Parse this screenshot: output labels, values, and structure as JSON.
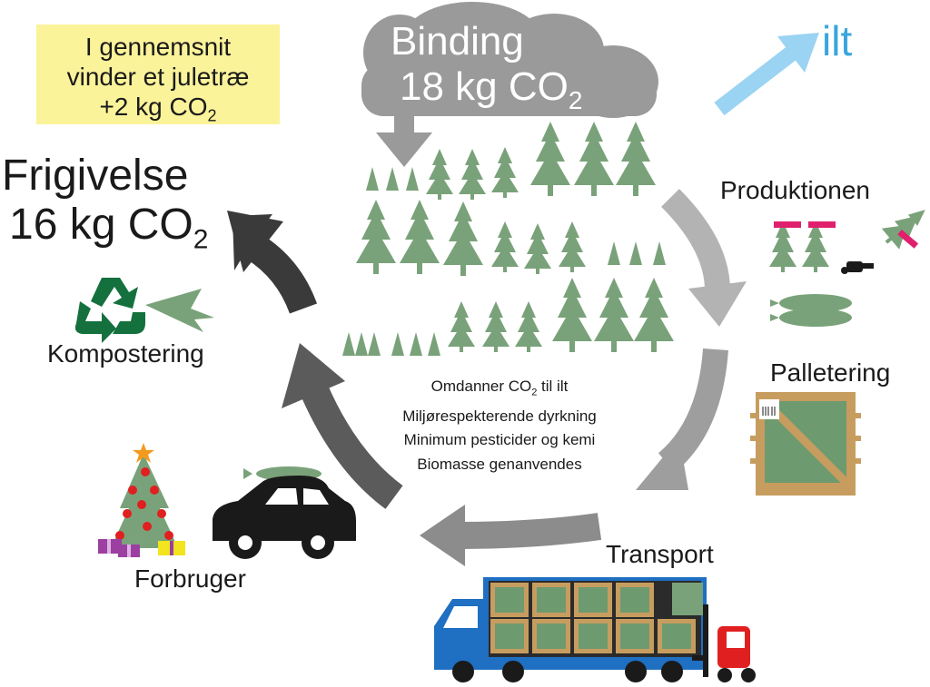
{
  "average_box": {
    "line1": "I gennemsnit",
    "line2": "vinder et juletræ",
    "line3_prefix": "+2 kg CO",
    "line3_sub": "2"
  },
  "binding": {
    "title": "Binding",
    "amount_prefix": "18 kg CO",
    "amount_sub": "2"
  },
  "release": {
    "title": "Frigivelse",
    "amount_prefix": "16 kg CO",
    "amount_sub": "2"
  },
  "oxygen_label": "ilt",
  "stages": {
    "production": "Produktionen",
    "palletizing": "Palletering",
    "transport": "Transport",
    "consumer": "Forbruger",
    "composting": "Kompostering"
  },
  "benefits": {
    "line1_prefix": "Omdanner CO",
    "line1_sub": "2",
    "line1_suffix": " til ilt",
    "line2": "Miljørespekterende dyrkning",
    "line3": "Minimum pesticider og kemi",
    "line4": "Biomasse genanvendes"
  },
  "colors": {
    "tree_green": "#7aa27a",
    "cloud_gray": "#9a9a9a",
    "arrow_light": "#b3b3b3",
    "arrow_mid": "#8c8c8c",
    "arrow_dark": "#5b5b5b",
    "arrow_darkest": "#3a3a3a",
    "oxygen_blue": "#9bd3f2",
    "recycle_green": "#14713d",
    "pallet_brown": "#c79d5f",
    "truck_blue": "#1f6fc2",
    "box_yellow": "#fbf39a"
  },
  "icons": [
    "cloud-icon",
    "tree-icon",
    "chainsaw-icon",
    "netted-tree-icon",
    "pallet-icon",
    "truck-icon",
    "forklift-icon",
    "car-icon",
    "christmas-tree-icon",
    "gift-icon",
    "recycle-icon",
    "oxygen-arrow-icon"
  ]
}
